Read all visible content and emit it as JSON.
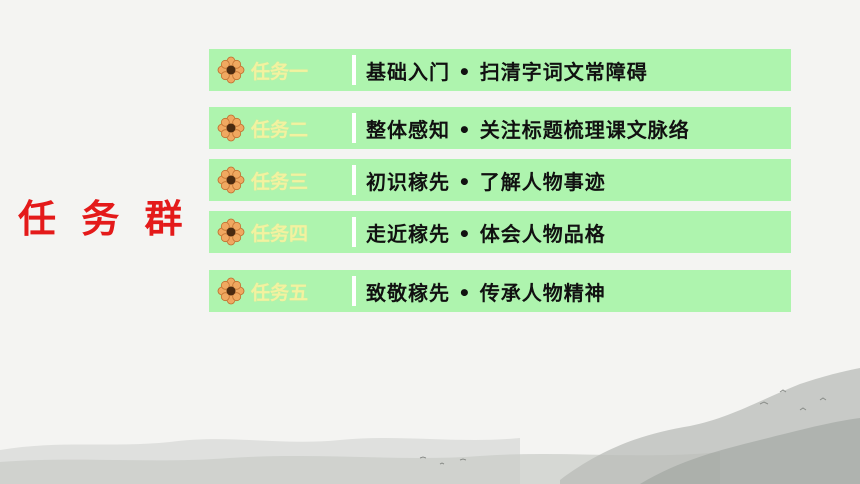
{
  "slide": {
    "title": "任 务 群",
    "title_color": "#e41a1a",
    "row_color": "#aef4ae",
    "label_color": "#f2f2a0",
    "tasks": [
      {
        "label": "任务一",
        "description": "基础入门 • 扫清字词文常障碍",
        "icon": "flower-icon"
      },
      {
        "label": "任务二",
        "description": "整体感知 • 关注标题梳理课文脉络",
        "icon": "flower-icon"
      },
      {
        "label": "任务三",
        "description": "初识稼先 • 了解人物事迹",
        "icon": "flower-icon"
      },
      {
        "label": "任务四",
        "description": "走近稼先 • 体会人物品格",
        "icon": "flower-icon"
      },
      {
        "label": "任务五",
        "description": "致敬稼先 • 传承人物精神",
        "icon": "flower-icon"
      }
    ]
  }
}
